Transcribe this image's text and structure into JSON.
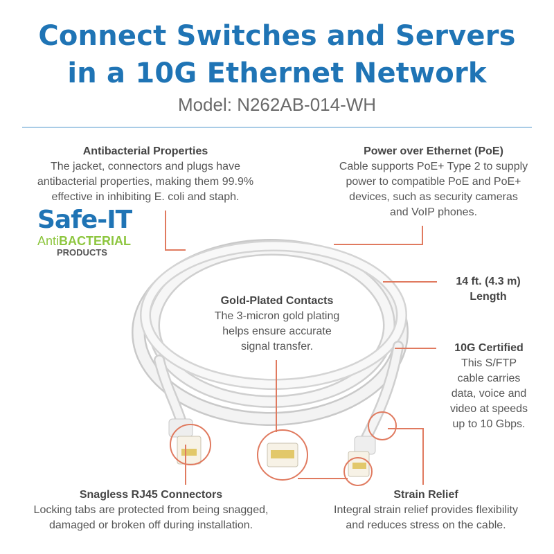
{
  "header": {
    "title_line1": "Connect Switches and Servers",
    "title_line2": "in a 10G Ethernet Network",
    "model": "Model: N262AB-014-WH"
  },
  "features": {
    "antibacterial": {
      "heading": "Antibacterial Properties",
      "lines": [
        "The jacket, connectors and plugs have",
        "antibacterial properties, making them 99.9%",
        "effective in inhibiting E. coli and staph."
      ]
    },
    "poe": {
      "heading": "Power over Ethernet (PoE)",
      "lines": [
        "Cable supports PoE+ Type 2 to supply",
        "power to compatible PoE and PoE+",
        "devices, such as security cameras",
        "and VoIP phones."
      ]
    },
    "length": {
      "heading_line1": "14 ft. (4.3 m)",
      "heading_line2": "Length"
    },
    "gold": {
      "heading": "Gold-Plated Contacts",
      "lines": [
        "The 3-micron gold plating",
        "helps ensure accurate",
        "signal transfer."
      ]
    },
    "tenG": {
      "heading": "10G Certified",
      "lines": [
        "This S/FTP",
        "cable carries",
        "data, voice and",
        "video at speeds",
        "up to 10 Gbps."
      ]
    },
    "rj45": {
      "heading": "Snagless RJ45 Connectors",
      "lines": [
        "Locking tabs are protected from being snagged,",
        "damaged or broken off during installation."
      ]
    },
    "strain": {
      "heading": "Strain Relief",
      "lines": [
        "Integral strain relief provides flexibility",
        "and reduces stress on the cable."
      ]
    }
  },
  "logo": {
    "brand": "Safe-IT",
    "line2_prefix": "Anti",
    "line2_bold": "BACTERIAL",
    "line3": "PRODUCTS"
  },
  "colors": {
    "title": "#1f74b5",
    "leader": "#e07a5f",
    "logo_green": "#8dc63f"
  }
}
